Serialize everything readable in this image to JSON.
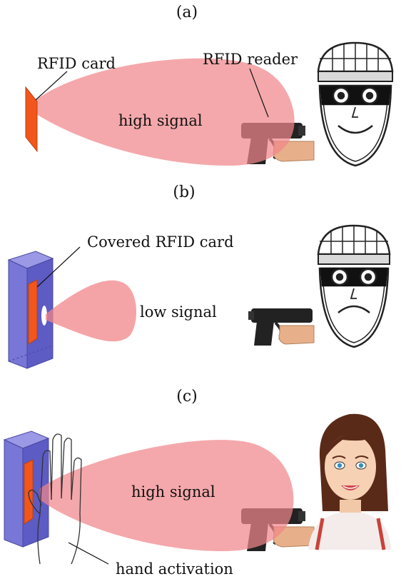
{
  "panels": [
    {
      "caption": "(a)",
      "labels": {
        "card": "RFID card",
        "reader": "RFID reader",
        "signal": "high signal"
      }
    },
    {
      "caption": "(b)",
      "labels": {
        "card": "Covered RFID card",
        "signal": "low signal"
      }
    },
    {
      "caption": "(c)",
      "labels": {
        "signal": "high signal",
        "hand": "hand activation"
      }
    }
  ],
  "colors": {
    "signal_lobe": "#f0868a",
    "card": "#f2561d",
    "shield_box": "#7876d6",
    "reader_body": "#222222",
    "skin": "#e8b08a"
  }
}
